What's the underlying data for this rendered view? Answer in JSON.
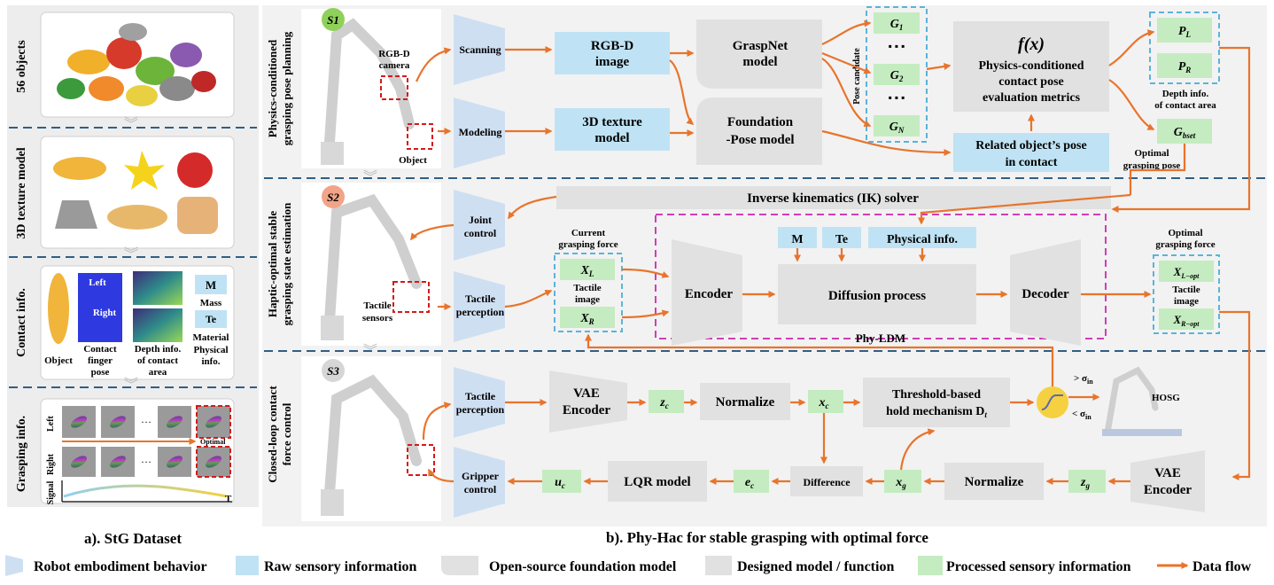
{
  "dataset": {
    "labels": [
      "56 objects",
      "3D texture model",
      "Contact info.",
      "Grasping info."
    ],
    "contact": {
      "left": "Left",
      "right": "Right",
      "mass_symbol": "M",
      "mass_label": "Mass",
      "material_symbol": "Te",
      "material_label_1": "Material",
      "material_label_2": "Physical",
      "material_label_3": "info.",
      "object_label": "Object",
      "finger_label_1": "Contact",
      "finger_label_2": "finger",
      "finger_label_3": "pose",
      "depth_label_1": "Depth info.",
      "depth_label_2": "of contact",
      "depth_label_3": "area"
    },
    "grasp": {
      "left": "Left",
      "right": "Right",
      "signal": "Signal",
      "optimal": "Optimal",
      "dots": "···",
      "t": "T"
    },
    "caption": "a). StG Dataset"
  },
  "s1": {
    "badge": "S1",
    "side_1": "Physics-conditioned",
    "side_2": "grasping pose planning",
    "camera_1": "RGB-D",
    "camera_2": "camera",
    "object": "Object",
    "scanning": "Scanning",
    "modeling": "Modeling",
    "rgbd_1": "RGB-D",
    "rgbd_2": "image",
    "tex_1": "3D texture",
    "tex_2": "model",
    "graspnet_1": "GraspNet",
    "graspnet_2": "model",
    "found_1": "Foundation",
    "found_2": "-Pose model",
    "pose_candidate": "Pose candidate",
    "g1": "G",
    "g1_sub": "1",
    "g2": "G",
    "g2_sub": "2",
    "gn": "G",
    "gn_sub": "N",
    "dots": "▪ ▪ ▪",
    "fx": "f(x)",
    "eval_1": "Physics-conditioned",
    "eval_2": "contact pose",
    "eval_3": "evaluation metrics",
    "related_1": "Related object’s pose",
    "related_2": "in contact",
    "pl": "P",
    "pl_sub": "L",
    "pr": "P",
    "pr_sub": "R",
    "depth_1": "Depth info.",
    "depth_2": "of contact area",
    "gbest": "G",
    "gbest_sub": "bset",
    "optimal_1": "Optimal",
    "optimal_2": "grasping pose"
  },
  "s2": {
    "badge": "S2",
    "side_1": "Haptic-optimal stable",
    "side_2": "grasping state estimation",
    "ik": "Inverse kinematics (IK) solver",
    "joint_1": "Joint",
    "joint_2": "control",
    "tactile_1": "Tactile",
    "tactile_2": "perception",
    "tactile_sensors_1": "Tactile",
    "tactile_sensors_2": "sensors",
    "current_1": "Current",
    "current_2": "grasping force",
    "xl": "X",
    "xl_sub": "L",
    "xr": "X",
    "xr_sub": "R",
    "tactile_image_1": "Tactile",
    "tactile_image_2": "image",
    "m": "M",
    "te": "Te",
    "physical": "Physical info.",
    "encoder": "Encoder",
    "diffusion": "Diffusion process",
    "decoder": "Decoder",
    "phy_ldm": "Phy-LDM",
    "optimal_force_1": "Optimal",
    "optimal_force_2": "grasping force",
    "xlopt": "X",
    "xlopt_sub": "L−opt",
    "xropt": "X",
    "xropt_sub": "R−opt",
    "opt_tactile_1": "Tactile",
    "opt_tactile_2": "image"
  },
  "s3": {
    "badge": "S3",
    "side_1": "Closed-loop contact",
    "side_2": "force control",
    "tactile_1": "Tactile",
    "tactile_2": "perception",
    "gripper_1": "Gripper",
    "gripper_2": "control",
    "vae1_1": "VAE",
    "vae1_2": "Encoder",
    "zc": "z",
    "zc_sub": "c",
    "normalize1": "Normalize",
    "xc": "x",
    "xc_sub": "c",
    "threshold_1": "Threshold-based",
    "threshold_2": "hold mechanism D",
    "threshold_sub": "t",
    "gt": "> σ",
    "gt_sub": "in",
    "lt": "< σ",
    "lt_sub": "in",
    "hosg": "HOSG",
    "vae2_1": "VAE",
    "vae2_2": "Encoder",
    "zg": "z",
    "zg_sub": "g",
    "normalize2": "Normalize",
    "xg": "x",
    "xg_sub": "g",
    "difference": "Difference",
    "ec": "e",
    "ec_sub": "c",
    "lqr": "LQR model",
    "uc": "u",
    "uc_sub": "c"
  },
  "caption_b": "b). Phy-Hac for stable grasping with optimal force",
  "legend": {
    "robot": "Robot embodiment behavior",
    "raw": "Raw sensory information",
    "open": "Open-source foundation model",
    "designed": "Designed model / function",
    "processed": "Processed sensory information",
    "flow": "Data flow"
  },
  "colors": {
    "arrow": "#e8742c",
    "raw": "#bfe3f4",
    "processed": "#c4ecc0",
    "gray": "#e1e1e1",
    "robot": "#cfdff2",
    "dashed_blue": "#5ab4d8",
    "dashed_pink": "#d23cb8",
    "divider": "#2f5f86",
    "badge_green": "#8fd05a",
    "badge_orange": "#f2a488",
    "badge_gray": "#d6d6d6"
  }
}
